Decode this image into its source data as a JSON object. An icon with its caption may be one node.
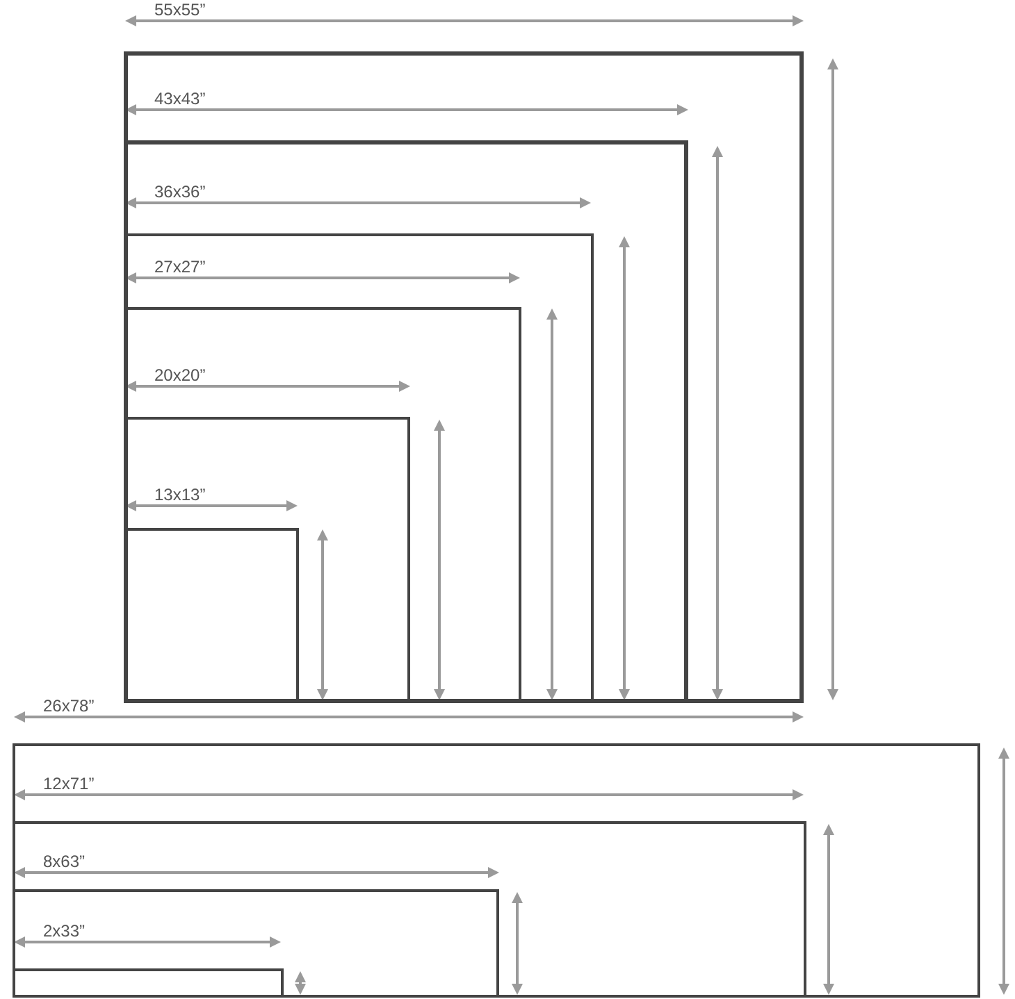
{
  "diagram": {
    "nodes": [
      {
        "text": [
          "55x55”"
        ]
      },
      {
        "text": [
          "43x43”"
        ],
        "in": 0
      },
      {
        "text": [
          "36x36”"
        ],
        "in": 1
      },
      {
        "text": [
          "27x27”"
        ],
        "in": 2
      },
      {
        "text": [
          "20x20”"
        ],
        "in": 3
      },
      {
        "text": [
          "13x13”"
        ],
        "in": 4
      },
      {
        "text": [
          "26x78”"
        ]
      },
      {
        "text": [
          "12x71”"
        ],
        "in": 6
      },
      {
        "text": [
          "8x63”"
        ],
        "in": 7
      },
      {
        "text": [
          "2x33”"
        ],
        "in": 8
      }
    ]
  }
}
